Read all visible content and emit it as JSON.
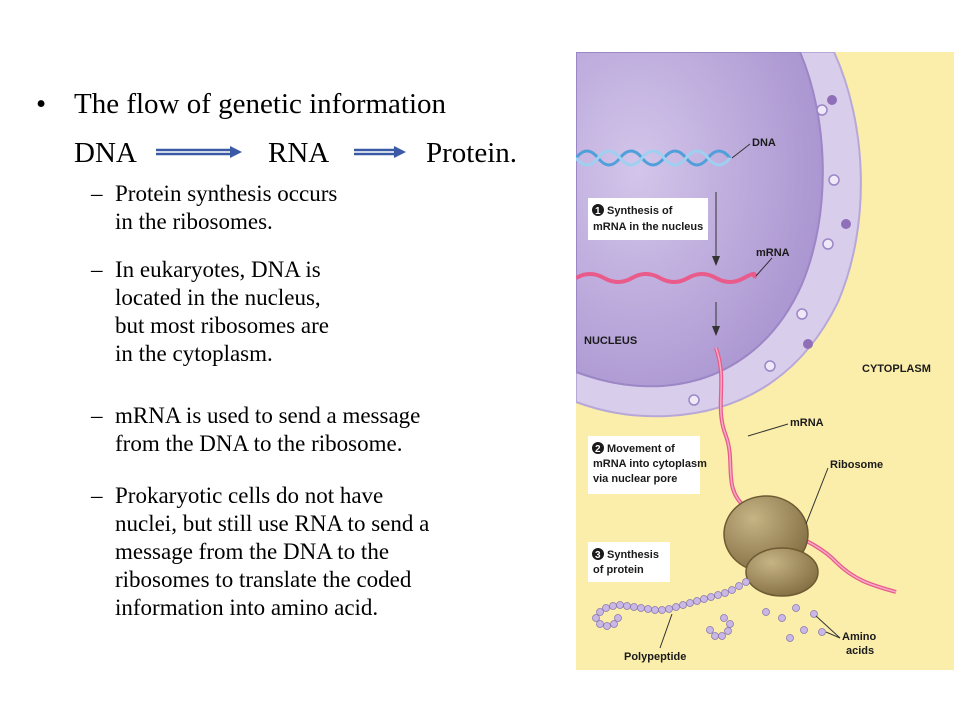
{
  "slide": {
    "title_bullet": "•",
    "title": "The flow of genetic information",
    "flow": [
      "DNA",
      "RNA",
      "Protein."
    ],
    "flow_arrow_color": "#3a5aa6",
    "points": [
      {
        "dash": "–",
        "lines": [
          "Protein synthesis  occurs",
          "in the ribosomes."
        ]
      },
      {
        "dash": "–",
        "lines": [
          "In eukaryotes, DNA is",
          "located in the nucleus,",
          "but most ribosomes are",
          "in the cytoplasm."
        ]
      },
      {
        "dash": "–",
        "lines": [
          "mRNA is used to send a message",
          "from the DNA to the ribosome."
        ]
      },
      {
        "dash": "–",
        "lines": [
          "Prokaryotic cells do not have",
          "nuclei, but still use RNA to send a",
          "message  from the DNA to the",
          "ribosomes to translate the coded",
          "information into amino acid."
        ]
      }
    ]
  },
  "figure": {
    "labels": {
      "dna": "DNA",
      "mrna_top": "mRNA",
      "nucleus": "NUCLEUS",
      "cytoplasm": "CYTOPLASM",
      "mrna_bottom": "mRNA",
      "ribosome": "Ribosome",
      "polypeptide": "Polypeptide",
      "amino_acids": [
        "Amino",
        "acids"
      ]
    },
    "steps": [
      {
        "number": "1",
        "lines": [
          "Synthesis of",
          "mRNA in the nucleus"
        ]
      },
      {
        "number": "2",
        "lines": [
          "Movement of",
          "mRNA into cytoplasm",
          "via nuclear pore"
        ]
      },
      {
        "number": "3",
        "lines": [
          "Synthesis",
          "of protein"
        ]
      }
    ],
    "colors": {
      "cytoplasm_bg": "#fbeeaa",
      "nucleus_fill": "#b9a6d6",
      "nucleus_envelope": "#d6cbe8",
      "dna": "#6fb3e0",
      "mrna": "#e85b8a",
      "ribosome": "#a08a58",
      "amino_acid": "#c9b8e6"
    }
  }
}
